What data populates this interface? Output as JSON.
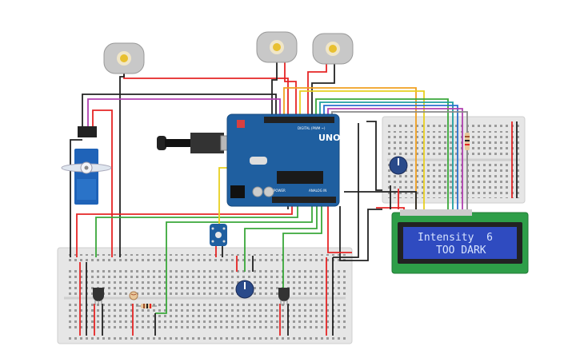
{
  "arduino": {
    "brand": "UNO",
    "header_digital": "DIGITAL (PWM ~)",
    "header_power": "POWER",
    "header_analog": "ANALOG IN"
  },
  "lcd": {
    "line1": "Intensity  6",
    "line2": "TOO DARK"
  },
  "colors": {
    "wire_red": "#e52525",
    "wire_black": "#222222",
    "wire_green": "#3aa83a",
    "wire_orange": "#f0a020",
    "wire_yellow": "#e8d020",
    "wire_purple": "#b040b0",
    "wire_blue": "#2a70d0",
    "wire_teal": "#20a0a0",
    "wire_grey": "#8a8a8a",
    "arduino_blue": "#1f5fa0",
    "lcd_green": "#2e9e48",
    "lcd_screen": "#2f4bc0",
    "breadboard": "#e6e6e6",
    "servo_blue": "#1f63b8"
  },
  "icons": [
    "dc-motor-icon",
    "servo-icon",
    "usb-cable-icon",
    "potentiometer-icon",
    "transistor-icon",
    "photoresistor-icon",
    "resistor-icon",
    "temperature-sensor-icon"
  ]
}
